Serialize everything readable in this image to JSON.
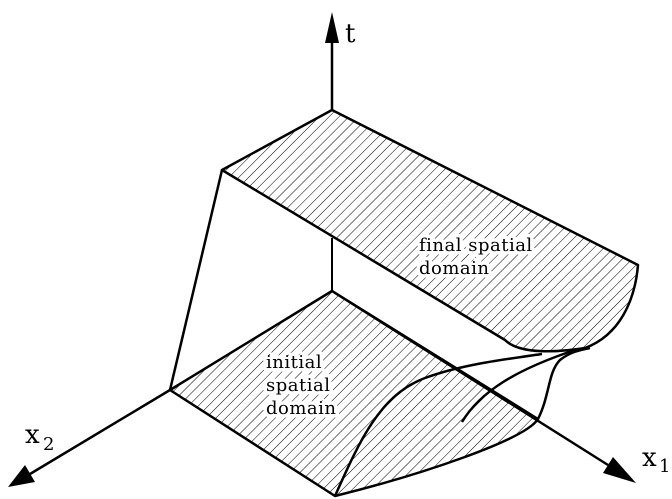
{
  "axes": {
    "t": "t",
    "x1": "x",
    "x1_sub": "1",
    "x2": "x",
    "x2_sub": "2"
  },
  "regions": {
    "final": [
      "final spatial",
      "domain"
    ],
    "initial": [
      "initial",
      "spatial",
      "domain"
    ]
  }
}
